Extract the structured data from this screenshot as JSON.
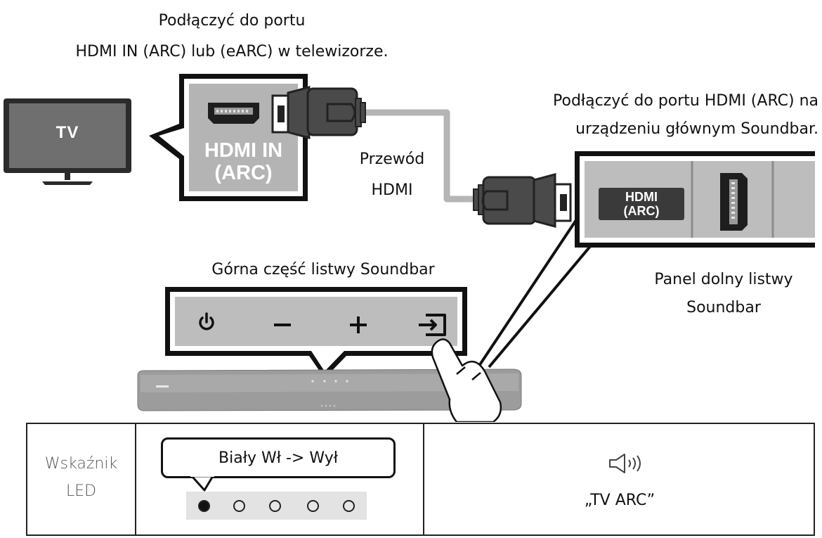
{
  "callouts": {
    "tv_port_instruction_line1": "Podłączyć do portu",
    "tv_port_instruction_line2": "HDMI IN (ARC) lub (eARC) w telewizorze.",
    "soundbar_port_instruction_line1": "Podłączyć do portu HDMI (ARC) na",
    "soundbar_port_instruction_line2": "urządzeniu głównym Soundbar.",
    "cable_label_line1": "Przewód",
    "cable_label_line2": "HDMI",
    "top_panel_label": "Górna część listwy Soundbar",
    "bottom_panel_label_line1": "Panel dolny listwy",
    "bottom_panel_label_line2": "Soundbar"
  },
  "tv": {
    "label": "TV"
  },
  "tv_port": {
    "label_line1": "HDMI IN",
    "label_line2": "(ARC)"
  },
  "soundbar_port": {
    "label_line1": "HDMI",
    "label_line2": "(ARC)"
  },
  "buttons": [
    "power-icon",
    "minus-icon",
    "plus-icon",
    "source-icon"
  ],
  "led_table": {
    "header_line1": "Wskaźnik",
    "header_line2": "LED",
    "status_bubble": "Biały Wł -> Wył",
    "indicators": [
      true,
      false,
      false,
      false,
      false
    ],
    "speaker_icon": "speaker-sound-icon",
    "voice_prompt": "„TV ARC”"
  },
  "colors": {
    "panel_gray": "#bdbdbd",
    "dark_port": "#3a3a3a",
    "tv_frame": "#2b2b2b",
    "tv_screen": "#6f6f6f",
    "cable": "#b5b5b5",
    "connector": "#4a4a4a"
  }
}
